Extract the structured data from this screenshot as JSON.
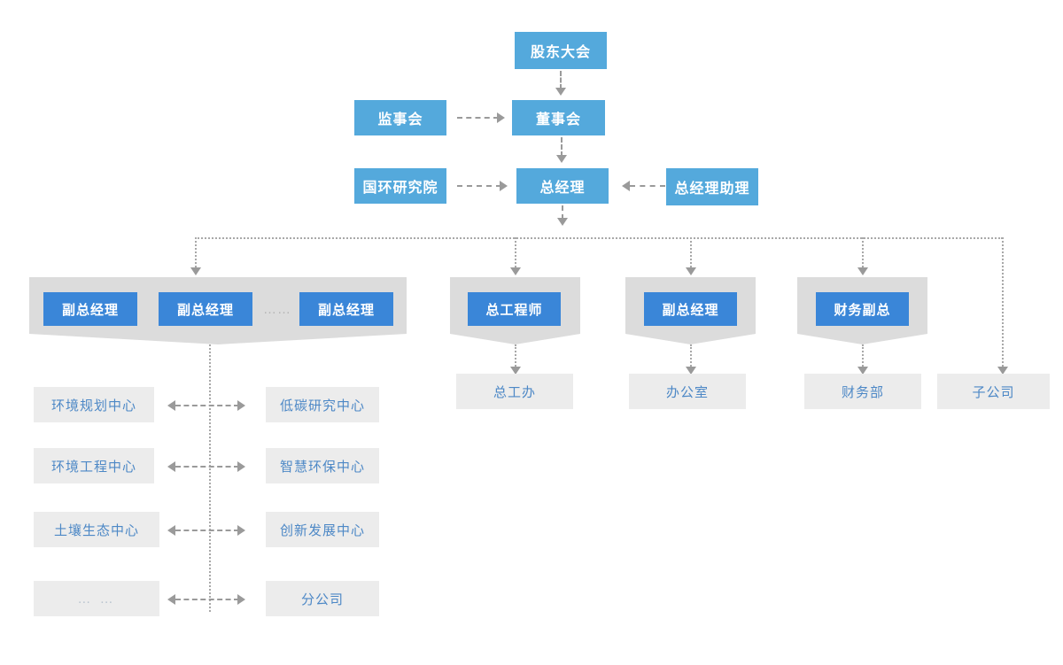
{
  "colors": {
    "blue_light": "#54a9dc",
    "blue_strong": "#3a86d8",
    "banner_grey": "#dcdcdc",
    "box_grey": "#ececec",
    "text_blue": "#4d88c6",
    "line_grey": "#9a9a9a",
    "background": "#ffffff"
  },
  "chart_title": "",
  "top": {
    "shareholders_meeting": "股东大会",
    "board_of_supervisors": "监事会",
    "board_of_directors": "董事会",
    "research_institute": "国环研究院",
    "general_manager": "总经理",
    "gm_assistant": "总经理助理"
  },
  "banners": [
    {
      "id": "vp-group",
      "boxes": [
        {
          "label": "副总经理"
        },
        {
          "label": "副总经理"
        },
        {
          "label": "副总经理"
        }
      ],
      "separator": "……"
    },
    {
      "id": "chief-engineer-group",
      "boxes": [
        {
          "label": "总工程师"
        }
      ]
    },
    {
      "id": "vp-office-group",
      "boxes": [
        {
          "label": "副总经理"
        }
      ]
    },
    {
      "id": "finance-vp-group",
      "boxes": [
        {
          "label": "财务副总"
        }
      ]
    }
  ],
  "departments": {
    "left_column": [
      "环境规划中心",
      "环境工程中心",
      "土壤生态中心",
      "… …"
    ],
    "right_column": [
      "低碳研究中心",
      "智慧环保中心",
      "创新发展中心",
      "分公司"
    ],
    "under_chief_engineer": "总工办",
    "under_vp_office": "办公室",
    "under_finance_vp": "财务部",
    "subsidiary": "子公司"
  }
}
